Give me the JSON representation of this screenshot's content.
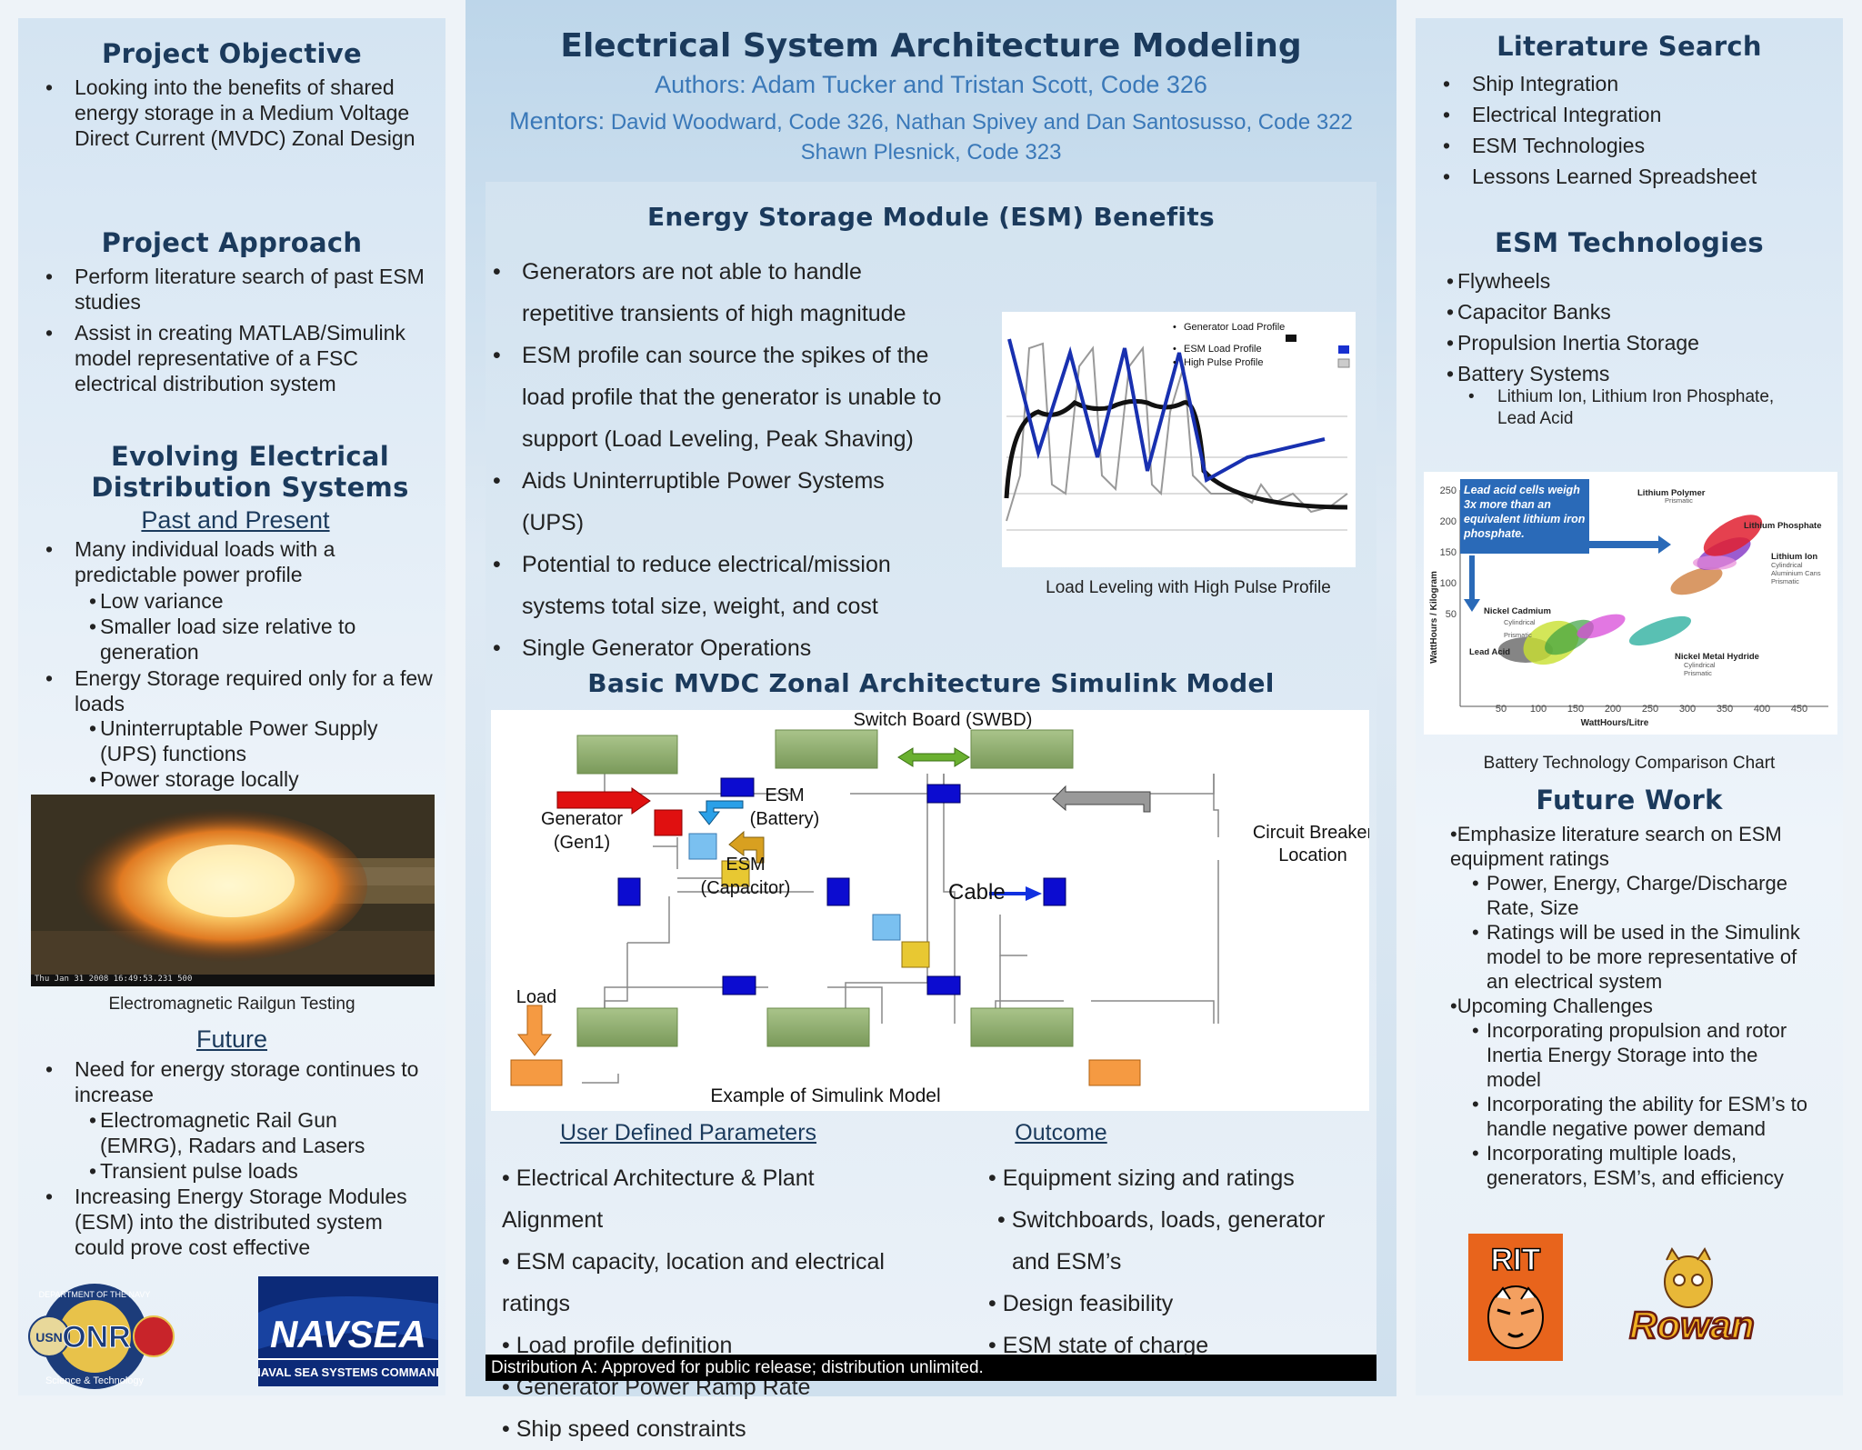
{
  "left": {
    "objective": {
      "title": "Project Objective",
      "items": [
        "Looking into the benefits of shared energy storage in a Medium Voltage Direct Current (MVDC) Zonal Design"
      ]
    },
    "approach": {
      "title": "Project Approach",
      "items": [
        "Perform literature search of past ESM studies",
        "Assist in creating MATLAB/Simulink model representative of a FSC electrical distribution system"
      ]
    },
    "evolving": {
      "title_line1": "Evolving Electrical",
      "title_line2": "Distribution Systems",
      "past_heading": "Past and Present",
      "b1": "Many individual loads with a predictable power profile",
      "b1_subs": [
        "Low variance",
        "Smaller load size relative to generation"
      ],
      "b2": "Energy Storage required only for a few loads",
      "b2_subs": [
        "Uninterruptable Power Supply (UPS) functions",
        "Power storage locally"
      ],
      "photo_stamp": "Thu Jan 31 2008 16:49:53.231 500",
      "photo_caption": "Electromagnetic Railgun Testing",
      "future_heading": "Future",
      "b3": "Need for energy storage continues to increase",
      "b3_subs": [
        "Electromagnetic Rail Gun (EMRG), Radars and Lasers",
        "Transient pulse loads"
      ],
      "b4": "Increasing Energy Storage Modules (ESM) into the distributed system could prove cost effective"
    },
    "logos": {
      "onr_ring_top": "DEPARTMENT OF THE NAVY",
      "onr_ring_bottom": "Science & Technology",
      "onr_letters": "ONR",
      "usn": "USN",
      "navsea": "NAVSEA",
      "navsea_sub": "NAVAL SEA SYSTEMS COMMAND"
    }
  },
  "center": {
    "title": "Electrical System Architecture Modeling",
    "authors": "Authors: Adam Tucker and Tristan Scott, Code 326",
    "mentors_label": "Mentors:",
    "mentors_line1": "David Woodward, Code 326, Nathan Spivey and Dan Santosusso, Code 322",
    "mentors_line2": "Shawn Plesnick, Code 323",
    "esm": {
      "title": "Energy Storage Module (ESM) Benefits",
      "items": [
        "Generators are not able to handle repetitive transients of high magnitude",
        "ESM profile can source the spikes of the load profile that the generator is unable to support (Load Leveling, Peak Shaving)",
        "Aids Uninterruptible Power Systems (UPS)",
        "Potential to reduce electrical/mission systems total size, weight, and cost",
        "Single Generator Operations"
      ],
      "legend": [
        "Generator Load Profile",
        "ESM Load Profile",
        "High Pulse Profile"
      ],
      "chart_caption": "Load Leveling with High Pulse Profile"
    },
    "sim": {
      "title": "Basic MVDC Zonal Architecture Simulink Model",
      "switchboard": "Switch Board (SWBD)",
      "generator": [
        "Generator",
        "(Gen1)"
      ],
      "esm_battery": [
        "ESM",
        "(Battery)"
      ],
      "esm_capacitor": [
        "ESM",
        "(Capacitor)"
      ],
      "breaker": [
        "Circuit Breaker",
        "Location"
      ],
      "cable": "Cable",
      "load": "Load",
      "caption": "Example of Simulink Model"
    },
    "params": {
      "title": "User Defined Parameters",
      "items": [
        "Electrical Architecture & Plant Alignment",
        "ESM capacity, location and electrical ratings",
        "Load profile definition",
        "Generator Power Ramp Rate",
        "Ship speed constraints"
      ]
    },
    "outcome": {
      "title": "Outcome",
      "items": [
        "Equipment sizing and ratings",
        "Switchboards, loads, generator and ESM’s",
        "Design feasibility",
        "ESM state of charge"
      ]
    },
    "footer": "Distribution A: Approved for public release; distribution unlimited."
  },
  "right": {
    "lit": {
      "title": "Literature Search",
      "items": [
        "Ship Integration",
        "Electrical Integration",
        "ESM Technologies",
        "Lessons Learned Spreadsheet"
      ]
    },
    "tech": {
      "title": "ESM Technologies",
      "items": [
        "Flywheels",
        "Capacitor Banks",
        "Propulsion Inertia Storage",
        "Battery Systems"
      ],
      "sub": "Lithium Ion, Lithium Iron Phosphate, Lead Acid"
    },
    "battery_chart": {
      "note": "Lead acid cells weigh 3x more than an equivalent lithium iron phosphate.",
      "ylabel": "WattHours / Kilogram",
      "xlabel": "WattHours/Litre",
      "yticks": [
        "250",
        "200",
        "150",
        "100",
        "50"
      ],
      "xticks": [
        "50",
        "100",
        "150",
        "200",
        "250",
        "300",
        "350",
        "400",
        "450"
      ],
      "labels": {
        "lipoly": "Lithium Polymer",
        "lipoly_sub": "Prismatic",
        "lfp": "Lithium Phosphate",
        "liion": "Lithium Ion",
        "liion_sub": [
          "Cylindrical",
          "Aluminium Cans",
          "Prismatic"
        ],
        "nicd": "Nickel Cadmium",
        "nicd_sub": [
          "Cylindrical",
          "Prismatic"
        ],
        "pb": "Lead Acid",
        "nimh": "Nickel Metal Hydride",
        "nimh_sub": [
          "Cylindrical",
          "Prismatic"
        ]
      },
      "caption": "Battery Technology Comparison Chart"
    },
    "future": {
      "title": "Future Work",
      "i1": "Emphasize literature search on ESM equipment ratings",
      "i1_subs": [
        "Power, Energy, Charge/Discharge Rate, Size",
        "Ratings will be used in the Simulink model to be more representative of an electrical system"
      ],
      "i2": "Upcoming Challenges",
      "i2_subs": [
        "Incorporating propulsion and rotor Inertia Energy Storage into the model",
        "Incorporating the ability for ESM’s to handle negative power demand",
        "Incorporating multiple loads, generators, ESM’s, and efficiency"
      ]
    },
    "logos": {
      "rit": "RIT",
      "rowan": "Rowan"
    }
  },
  "colors": {
    "heading": "#1b3a5c",
    "author_blue": "#3a78b8",
    "sim_green": "#8fac6c",
    "sim_blue": "#1010c8",
    "sim_orange": "#f59a42"
  }
}
